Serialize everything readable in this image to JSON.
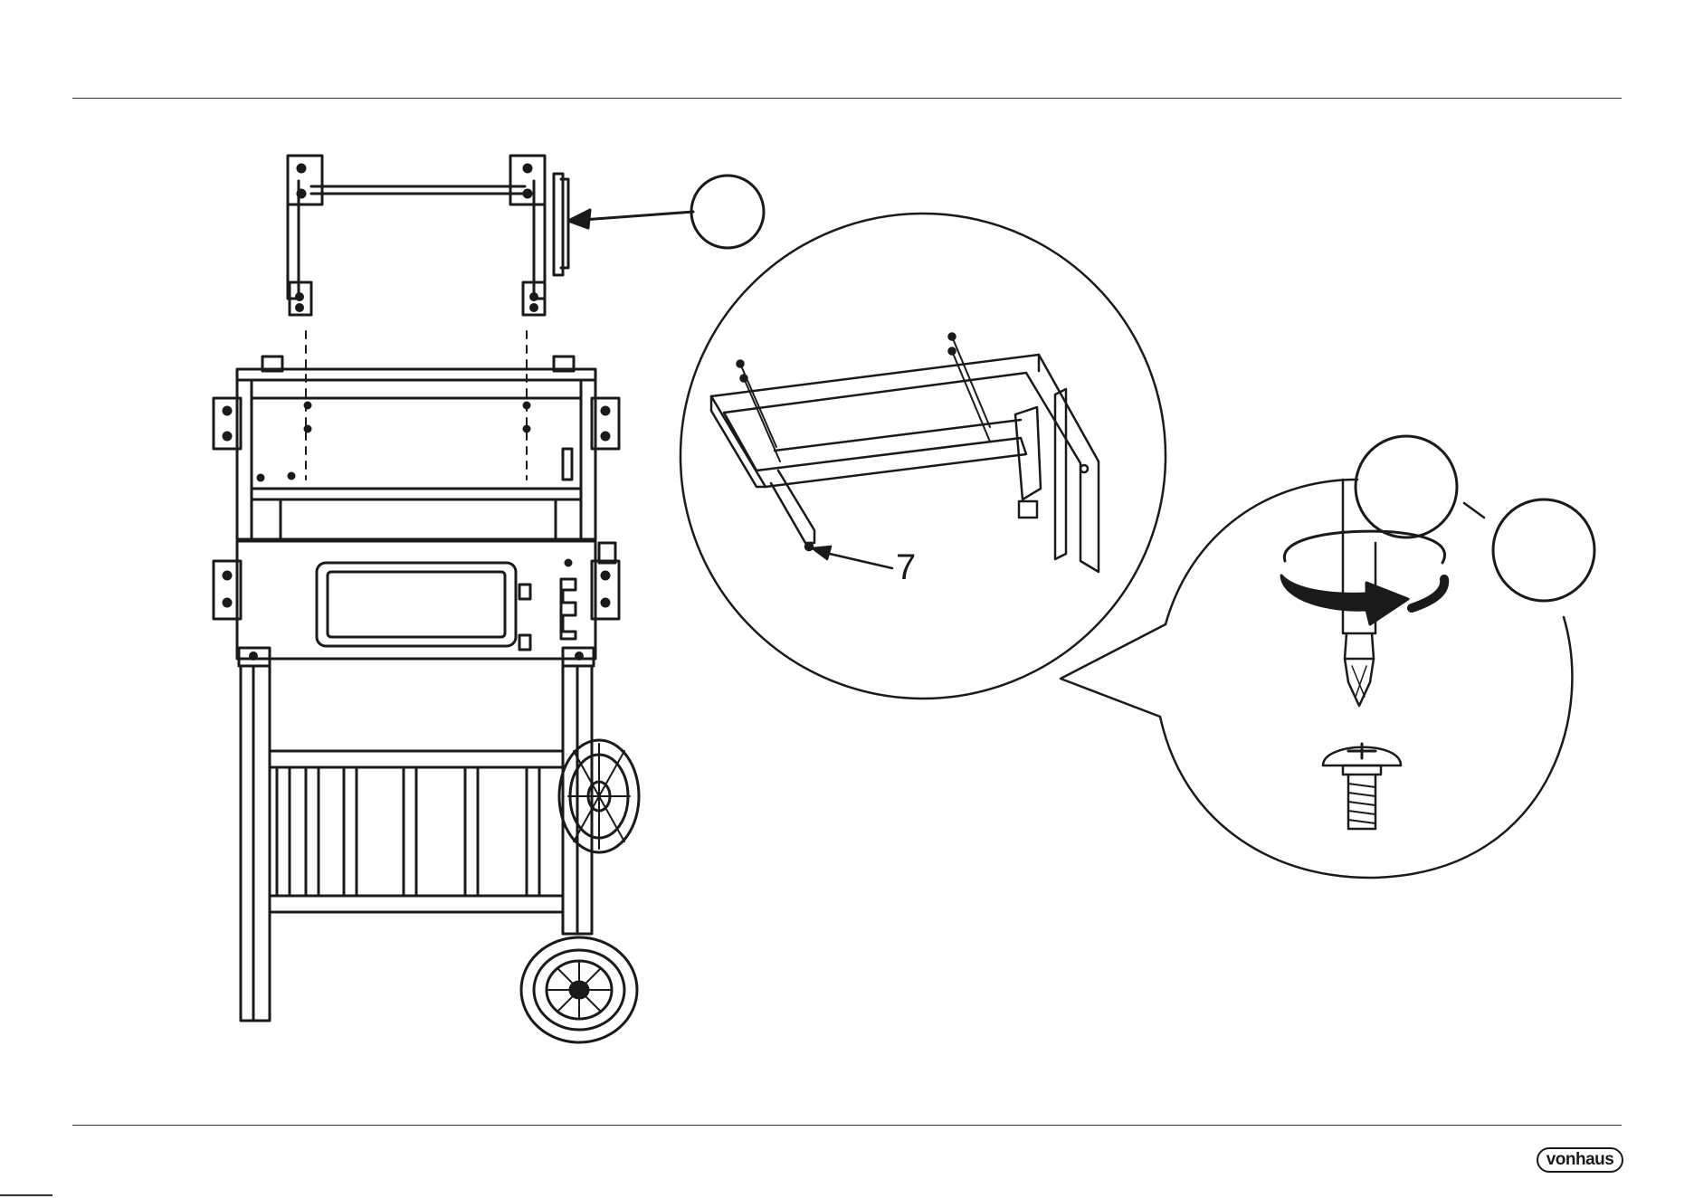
{
  "page": {
    "accent": "#1a1a1a",
    "background": "#ffffff"
  },
  "callouts": {
    "part_number": "7"
  },
  "brand": {
    "logo_text": "vonhaus"
  },
  "icons": [
    "cart-frame-illustration",
    "detail-magnifier",
    "screwdriver-icon",
    "rotation-arrow-icon",
    "screw-icon"
  ]
}
